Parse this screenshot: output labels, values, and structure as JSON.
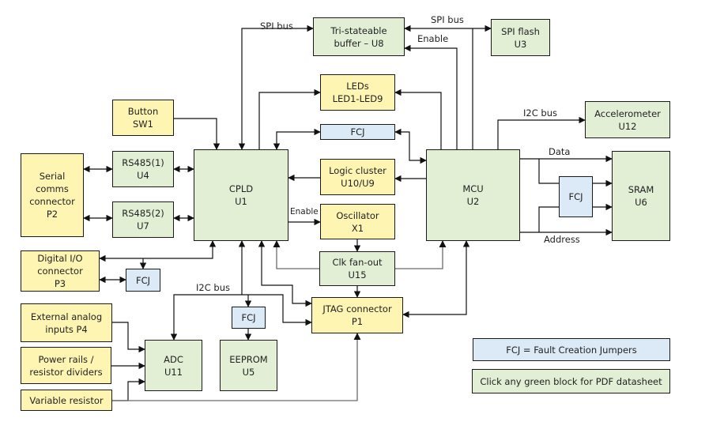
{
  "colors": {
    "green_block": "#e2efd5",
    "yellow_block": "#fff5b3",
    "blue_block": "#dce9f6",
    "line": "#111111",
    "line_gray": "#6b6b6b"
  },
  "blocks": {
    "tri_buffer": "Tri-stateable\nbuffer – U8",
    "spi_flash": "SPI flash\nU3",
    "leds": "LEDs\nLED1-LED9",
    "fcj_top": "FCJ",
    "button": "Button\nSW1",
    "accelerometer": "Accelerometer\nU12",
    "serial": "Serial\ncomms\nconnector\nP2",
    "rs485_1": "RS485(1)\nU4",
    "rs485_2": "RS485(2)\nU7",
    "cpld": "CPLD\nU1",
    "logic_cluster": "Logic cluster\nU10/U9",
    "mcu": "MCU\nU2",
    "fcj_sram": "FCJ",
    "sram": "SRAM\nU6",
    "oscillator": "Oscillator\nX1",
    "digital_io": "Digital I/O\nconnector\nP3",
    "fcj_dio": "FCJ",
    "clk_fanout": "Clk fan-out\nU15",
    "jtag": "JTAG connector\nP1",
    "fcj_eeprom": "FCJ",
    "ext_analog": "External analog\ninputs P4",
    "power_rails": "Power rails /\nresistor dividers",
    "var_resistor": "Variable resistor",
    "adc": "ADC\nU11",
    "eeprom": "EEPROM\nU5"
  },
  "labels": {
    "spi_bus_left": "SPI bus",
    "spi_bus_right": "SPI bus",
    "enable_top": "Enable",
    "i2c_bus_right": "I2C bus",
    "data": "Data",
    "address": "Address",
    "enable_osc": "Enable",
    "i2c_bus_left": "I2C bus"
  },
  "legend": {
    "fcj": "FCJ = Fault Creation Jumpers",
    "green": "Click any green block for PDF datasheet"
  }
}
